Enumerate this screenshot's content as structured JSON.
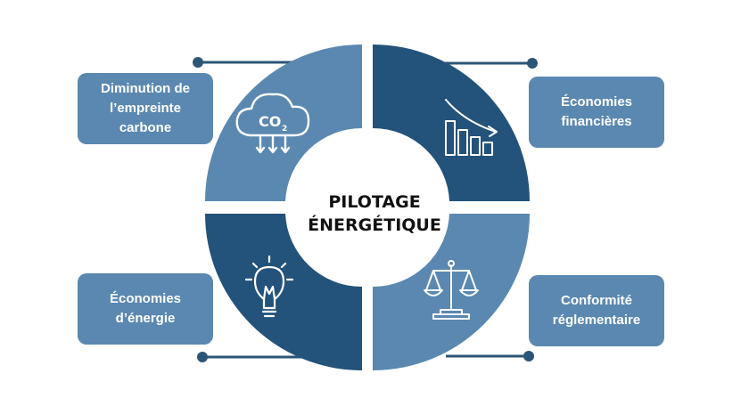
{
  "center": {
    "line1": "PILOTAGE",
    "line2": "ÉNERGÉTIQUE"
  },
  "segments": [
    {
      "id": "carbon",
      "label_lines": [
        "Diminution de",
        "l’empreinte",
        "carbone"
      ],
      "icon": "co2-cloud-icon",
      "icon_text": "CO",
      "icon_sub": "2",
      "color": "#5a88b0"
    },
    {
      "id": "finance",
      "label_lines": [
        "Économies",
        "financières"
      ],
      "icon": "descending-bar-chart-icon",
      "color": "#23527a"
    },
    {
      "id": "compliance",
      "label_lines": [
        "Conformité",
        "réglementaire"
      ],
      "icon": "scales-of-justice-icon",
      "color": "#5a88b0"
    },
    {
      "id": "energy",
      "label_lines": [
        "Économies",
        "d’énergie"
      ],
      "icon": "lightbulb-icon",
      "color": "#23527a"
    }
  ],
  "colors": {
    "light": "#5a88b0",
    "dark": "#23527a",
    "connector": "#2c5577"
  }
}
